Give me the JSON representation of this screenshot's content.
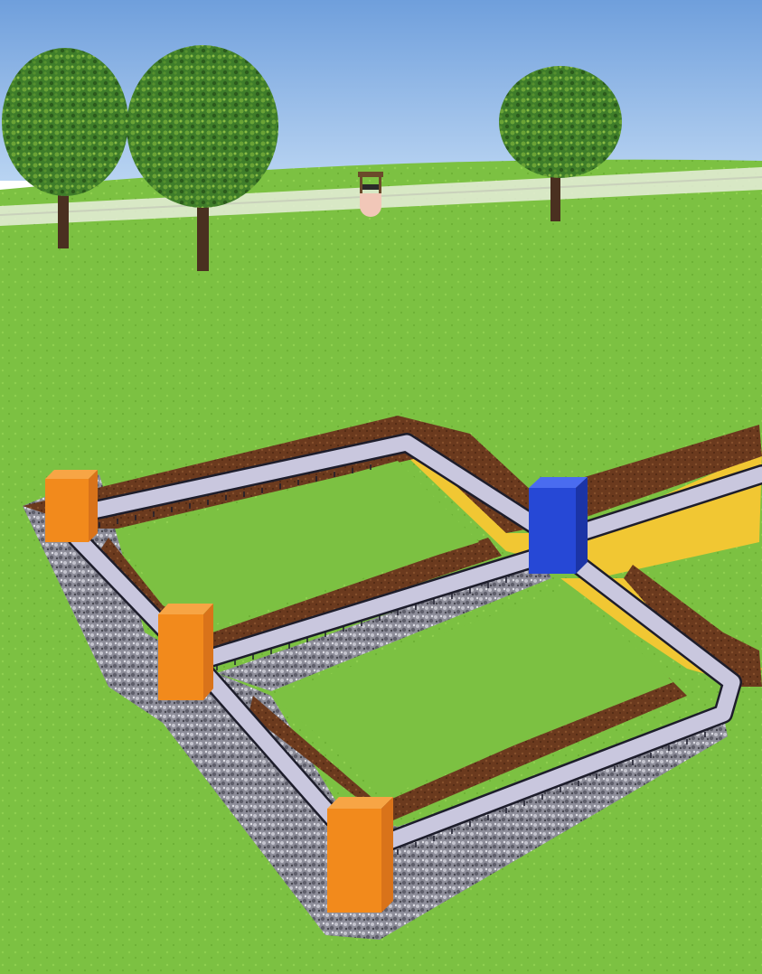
{
  "scene": {
    "colors": {
      "sky_top": "#6f9fdc",
      "sky_bottom": "#b9d4f2",
      "grass": "#7cc142",
      "grass_far": "#8fcf55",
      "fence": "#e8eedb",
      "soil": "#6b3a1e",
      "gravel": "#8b8b96",
      "pipe": "#c9c7de",
      "pipe_outline": "#1d1d2b",
      "sand": "#f1c733",
      "inspection_box": "#f28a1c",
      "distribution_box": "#2648d6",
      "tree_canopy": "#3f7d2a",
      "tree_trunk": "#4a3020"
    },
    "elements": {
      "trees": 3,
      "inspection_ports": 3,
      "distribution_box": 1,
      "well": 1
    }
  }
}
